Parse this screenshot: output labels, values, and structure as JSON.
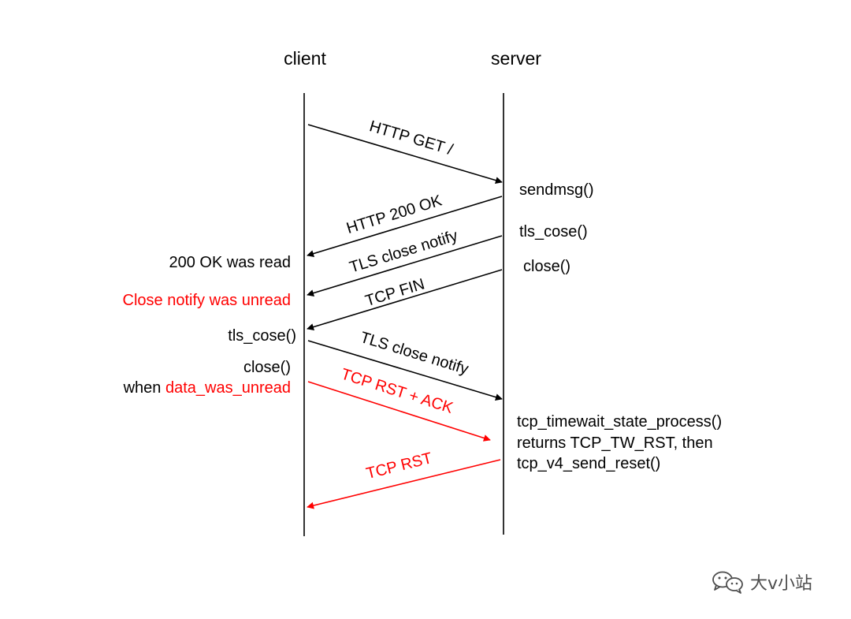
{
  "participants": {
    "client": "client",
    "server": "server"
  },
  "messages": {
    "http_get": "HTTP GET /",
    "http_200": "HTTP 200 OK",
    "tls_close_notify_server": "TLS close notify",
    "tcp_fin": "TCP FIN",
    "tls_close_notify_client": "TLS close notify",
    "tcp_rst_ack": "TCP RST + ACK",
    "tcp_rst": "TCP RST"
  },
  "client_notes": {
    "ok_read": "200 OK was read",
    "notify_unread": "Close notify was unread",
    "tls_cose": "tls_cose()",
    "close": "close()",
    "when": "when",
    "data_was_unread": "data_was_unread"
  },
  "server_notes": {
    "sendmsg": "sendmsg()",
    "tls_cose": "tls_cose()",
    "close": "close()",
    "timewait_1": "tcp_timewait_state_process()",
    "timewait_2": "returns TCP_TW_RST, then",
    "timewait_3": "tcp_v4_send_reset()"
  },
  "watermark": {
    "text": "大v小站",
    "icon": "wechat-icon"
  },
  "colors": {
    "line": "#000000",
    "highlight": "#ff0000",
    "watermark": "#4d4d4d"
  }
}
